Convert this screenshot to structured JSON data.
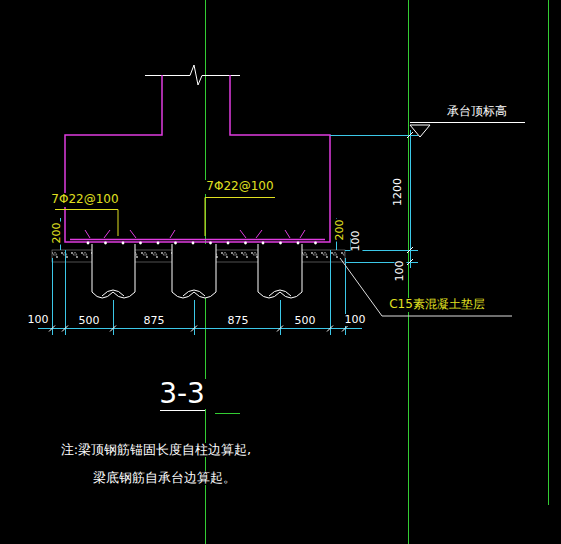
{
  "diagram": {
    "labels": [
      "承台顶标高",
      "1200",
      "7Φ22@100",
      "7Φ22@100",
      "200",
      "200",
      "100",
      "100",
      "100",
      "500",
      "875",
      "875",
      "500",
      "100",
      "C15素混凝土垫层",
      "3-3",
      "注:梁顶钢筋锚固长度自柱边算起,",
      "梁底钢筋自承台边算起。"
    ]
  }
}
